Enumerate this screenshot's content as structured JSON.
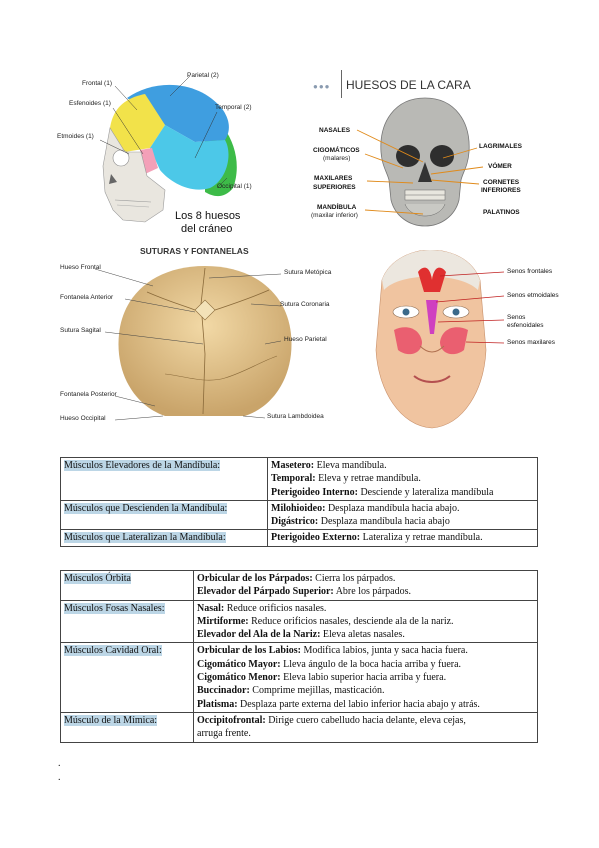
{
  "figures": {
    "skull_lateral": {
      "labels": [
        "Frontal (1)",
        "Parietal (2)",
        "Esfenoides (1)",
        "Temporal (2)",
        "Etmoides (1)",
        "Occipital (1)"
      ],
      "caption_line1": "Los 8 huesos",
      "caption_line2": "del cráneo",
      "colors": {
        "frontal": "#f2e24a",
        "parietal": "#3f9ee0",
        "sphenoid": "#f3a0b8",
        "temporal": "#4cc8e8",
        "occipital": "#3dbb48",
        "face": "#e9e6df"
      }
    },
    "face_bones": {
      "title": "HUESOS DE LA CARA",
      "labels_left": [
        "NASALES",
        "CIGOMÁTICOS",
        "(malares)",
        "MAXILARES",
        "SUPERIORES",
        "MANDÍBULA",
        "(maxilar inferior)"
      ],
      "labels_right": [
        "LAGRIMALES",
        "VÓMER",
        "CORNETES",
        "INFERIORES",
        "PALATINOS"
      ]
    },
    "sutures": {
      "title": "SUTURAS Y FONTANELAS",
      "labels_left": [
        "Hueso Frontal",
        "Fontanela Anterior",
        "Sutura Sagital",
        "Fontanela Posterior",
        "Hueso Occipital"
      ],
      "labels_right": [
        "Sutura Metópica",
        "Sutura Coronaria",
        "Hueso Parietal",
        "Sutura Lambdoidea"
      ]
    },
    "sinuses": {
      "labels": [
        "Senos frontales",
        "Senos etmoidales",
        "Senos",
        "esfenoidales",
        "Senos maxilares"
      ]
    }
  },
  "table1": {
    "rows": [
      {
        "muscle": "Músculos Elevadores de la Mandíbula:",
        "lines": [
          {
            "term": "Masetero:",
            "desc": " Eleva mandíbula."
          },
          {
            "term": "Temporal:",
            "desc": " Eleva y retrae mandíbula."
          },
          {
            "term": "Pterigoideo Interno:",
            "desc": " Desciende y lateraliza mandíbula"
          }
        ]
      },
      {
        "muscle": "Músculos que Descienden la Mandíbula:",
        "lines": [
          {
            "term": "Milohioideo:",
            "desc": " Desplaza mandíbula hacia abajo."
          },
          {
            "term": "Digástrico:",
            "desc": " Desplaza mandíbula hacia abajo"
          }
        ]
      },
      {
        "muscle": "Músculos que Lateralizan la Mandíbula:",
        "lines": [
          {
            "term": "Pterigoideo Externo:",
            "desc": " Lateraliza y retrae mandíbula."
          }
        ]
      }
    ]
  },
  "table2": {
    "rows": [
      {
        "muscle": "Músculos Órbita",
        "lines": [
          {
            "term": "Orbicular de los Párpados:",
            "desc": " Cierra los párpados."
          },
          {
            "term": "Elevador del Párpado Superior:",
            "desc": " Abre los párpados."
          }
        ]
      },
      {
        "muscle": "Músculos Fosas Nasales:",
        "lines": [
          {
            "term": "Nasal:",
            "desc": " Reduce orificios nasales."
          },
          {
            "term": "Mirtiforme:",
            "desc": " Reduce orificios nasales, desciende ala de la nariz."
          },
          {
            "term": "Elevador del Ala de la Nariz:",
            "desc": " Eleva aletas nasales."
          }
        ]
      },
      {
        "muscle": "Músculos Cavidad Oral:",
        "lines": [
          {
            "term": "Orbicular de los Labios:",
            "desc": " Modifica labios, junta y saca hacia fuera."
          },
          {
            "term": "Cigomático Mayor:",
            "desc": " Lleva ángulo de la boca hacia arriba y fuera."
          },
          {
            "term": "Cigomático Menor:",
            "desc": " Eleva labio superior hacia arriba y fuera."
          },
          {
            "term": "Buccinador:",
            "desc": " Comprime mejillas, masticación."
          },
          {
            "term": "Platisma:",
            "desc": " Desplaza parte externa del labio inferior hacia abajo y atrás."
          }
        ]
      },
      {
        "muscle": "Músculo de la Mímica:",
        "lines": [
          {
            "term": "Occipitofrontal:",
            "desc": " Dirige cuero cabelludo hacia delante, eleva cejas,"
          },
          {
            "term": "",
            "desc": "arruga frente."
          }
        ]
      }
    ]
  },
  "footer_marks": [
    ".",
    "."
  ]
}
